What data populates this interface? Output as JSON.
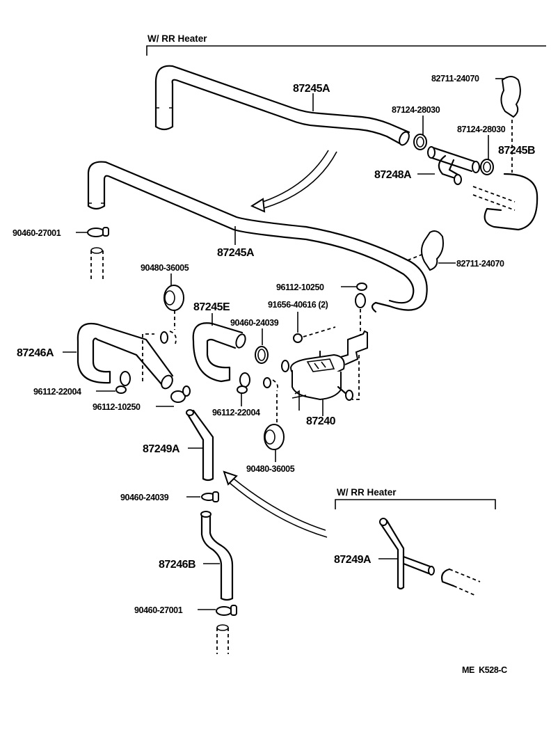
{
  "diagram": {
    "type": "exploded-parts-diagram",
    "subject": "Heater water hose & connectors",
    "header_top": "W/ RR Heater",
    "header_inset": "W/ RR Heater",
    "footer_code": "ME  K528-C"
  },
  "labels": {
    "hose_87245A_top": "87245A",
    "hose_87245A_mid": "87245A",
    "hose_87245B": "87245B",
    "hose_87245E": "87245E",
    "hose_87246A": "87246A",
    "hose_87246B": "87246B",
    "pipe_87248A": "87248A",
    "pipe_87249A": "87249A",
    "pipe_87249A_inset": "87249A",
    "valve_87240": "87240",
    "clamp_82711_top": "82711-24070",
    "clamp_82711_mid": "82711-24070",
    "clip_87124_a": "87124-28030",
    "clip_87124_b": "87124-28030",
    "clip_90460_27001_top": "90460-27001",
    "clip_90460_27001_bottom": "90460-27001",
    "grommet_90480_top": "90480-36005",
    "grommet_90480_bottom": "90480-36005",
    "clip_90460_24039_a": "90460-24039",
    "clip_90460_24039_b": "90460-24039",
    "clip_96112_10250_a": "96112-10250",
    "clip_96112_10250_b": "96112-10250",
    "clip_96112_22004_a": "96112-22004",
    "clip_96112_22004_b": "96112-22004",
    "bolt_91656": "91656-40616 (2)"
  }
}
